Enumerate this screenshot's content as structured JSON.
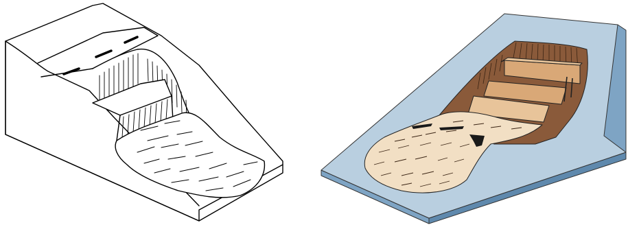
{
  "figure": {
    "panels": [
      {
        "style": "line-drawing",
        "subject": "slope-with-road-and-landslide"
      },
      {
        "style": "colored-block-diagram",
        "subject": "slope-with-rotational-landslide"
      }
    ],
    "colors": {
      "ink": "#000000",
      "paper": "#ffffff",
      "slope_blue_light": "#b9cfe0",
      "slope_blue_side": "#7ea4c4",
      "slope_blue_dark": "#5f89ad",
      "scarp_brown": "#8a5a3a",
      "block_tan": "#d9a877",
      "block_tan_light": "#e8c49a",
      "debris_cream": "#f2dfc4"
    }
  }
}
